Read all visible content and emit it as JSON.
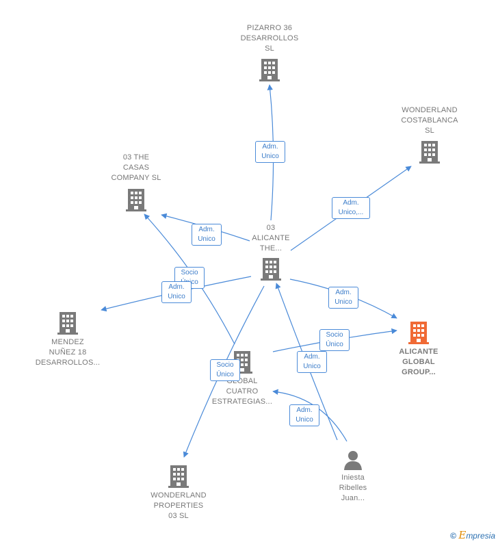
{
  "nodes": {
    "pizarro": {
      "label": "PIZARRO 36\nDESARROLLOS\nSL"
    },
    "wonderland_costa": {
      "label": "WONDERLAND\nCOSTABLANCA\nSL"
    },
    "casas": {
      "label": "03 THE\nCASAS\nCOMPANY  SL"
    },
    "alicante_the": {
      "label": "03\nALICANTE\nTHE..."
    },
    "mendez": {
      "label": "MENDEZ\nNUÑEZ 18\nDESARROLLOS..."
    },
    "alicante_global": {
      "label": "ALICANTE\nGLOBAL\nGROUP..."
    },
    "global_cuatro": {
      "label": "GLOBAL\nCUATRO\nESTRATEGIAS..."
    },
    "wonderland_prop": {
      "label": "WONDERLAND\nPROPERTIES\n03  SL"
    },
    "iniesta": {
      "label": "Iniesta\nRibelles\nJuan..."
    }
  },
  "edge_labels": {
    "e1": "Adm.\nUnico",
    "e2": "Adm.\nUnico,...",
    "e3": "Adm.\nUnico",
    "e4": "Socio\nÚnico",
    "e5": "Adm.\nUnico",
    "e6": "Adm.\nUnico",
    "e7": "Socio\nÚnico",
    "e8": "Adm.\nUnico",
    "e9": "Socio\nÚnico",
    "e10": "Adm.\nUnico"
  },
  "brand": {
    "c": "©",
    "e": "E",
    "rest": "mpresia"
  },
  "colors": {
    "edge": "#4a8ad8",
    "building": "#7a7a7a",
    "highlight": "#f06a35"
  }
}
